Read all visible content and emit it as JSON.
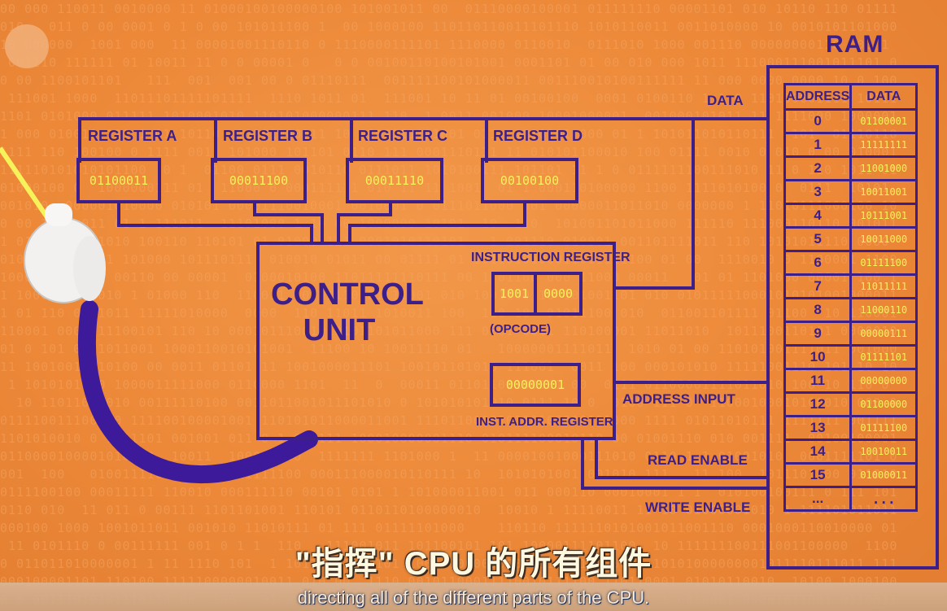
{
  "registers": [
    {
      "label": "REGISTER A",
      "value": "01100011"
    },
    {
      "label": "REGISTER B",
      "value": "00011100"
    },
    {
      "label": "REGISTER C",
      "value": "00011110"
    },
    {
      "label": "REGISTER D",
      "value": "00100100"
    }
  ],
  "control_unit": {
    "title_line1": "CONTROL",
    "title_line2": "UNIT",
    "instruction_register_label": "INSTRUCTION REGISTER",
    "opcode_value": "1001",
    "operand_value": "0000",
    "opcode_label": "(OPCODE)",
    "inst_addr_value": "00000001",
    "inst_addr_label": "INST. ADDR. REGISTER"
  },
  "buses": {
    "data": "DATA",
    "address_input": "ADDRESS INPUT",
    "read_enable": "READ ENABLE",
    "write_enable": "WRITE ENABLE"
  },
  "ram": {
    "title": "RAM",
    "col_address": "ADDRESS",
    "col_data": "DATA",
    "rows": [
      {
        "address": "0",
        "data": "01100001"
      },
      {
        "address": "1",
        "data": "11111111"
      },
      {
        "address": "2",
        "data": "11001000"
      },
      {
        "address": "3",
        "data": "10011001"
      },
      {
        "address": "4",
        "data": "10111001"
      },
      {
        "address": "5",
        "data": "10011000"
      },
      {
        "address": "6",
        "data": "01111100"
      },
      {
        "address": "7",
        "data": "11011111"
      },
      {
        "address": "8",
        "data": "11000110"
      },
      {
        "address": "9",
        "data": "00000111"
      },
      {
        "address": "10",
        "data": "01111101"
      },
      {
        "address": "11",
        "data": "00000000"
      },
      {
        "address": "12",
        "data": "01100000"
      },
      {
        "address": "13",
        "data": "01111100"
      },
      {
        "address": "14",
        "data": "10010011"
      },
      {
        "address": "15",
        "data": "01000011"
      },
      {
        "address": "...",
        "data": "..."
      }
    ]
  },
  "subtitles": {
    "chinese": "\"指挥\" CPU 的所有组件",
    "english": "directing all of the different parts of the CPU."
  },
  "colors": {
    "background": "#ee8b3a",
    "line": "#3d1f8a",
    "value_text": "#f6f25a"
  }
}
